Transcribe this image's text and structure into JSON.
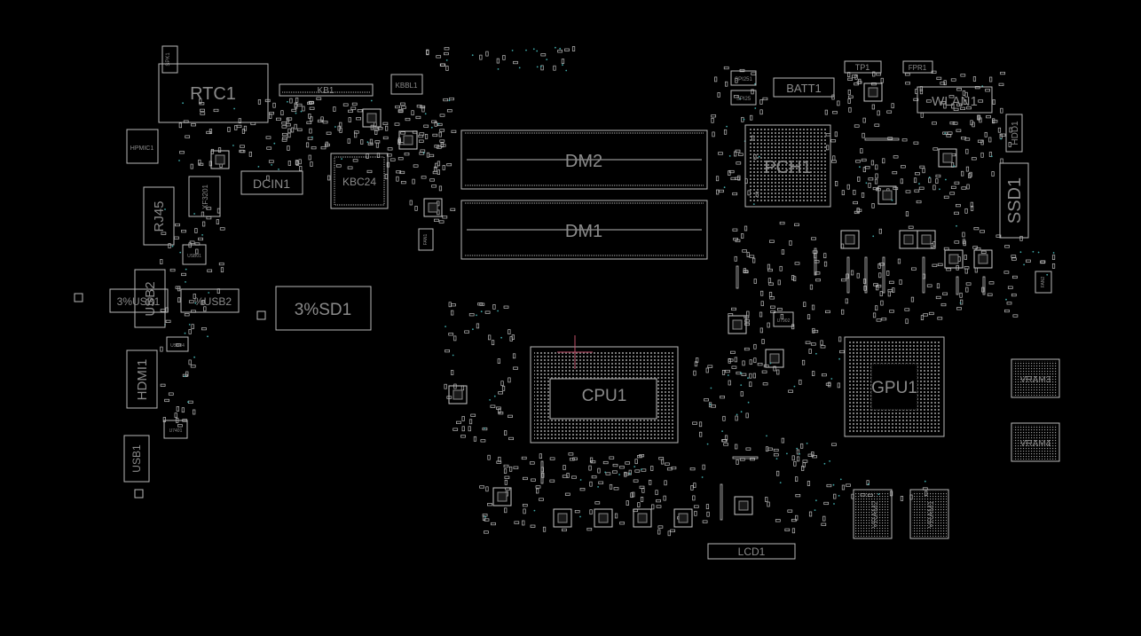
{
  "colors": {
    "background": "#000000",
    "outline": "#b8b8b8",
    "label": "#8a8a8a",
    "via": "#3fa7a7",
    "cursor": "#c0506a"
  },
  "components": {
    "spk1": "SPK1",
    "rtc1": "RTC1",
    "kb1": "KB1",
    "kbbl1": "KBBL1",
    "hpmic1": "HPMIC1",
    "dcin1": "DCIN1",
    "kbc24": "KBC24",
    "xf3201": "XF3201",
    "rj45": "RJ45",
    "usb01": "USB01",
    "usb2_vertical": "USB2",
    "usb3_left": "3%USB1",
    "usb2_row": "%USB2",
    "sd1": "3%SD1",
    "hdmi1": "HDMI1",
    "usb04": "USB04",
    "u7401": "U7401",
    "usb1": "USB1",
    "dm2": "DM2",
    "dm1": "DM1",
    "fan1": "FAN1",
    "cpu1": "CPU1",
    "spi251": "SPI251",
    "spi25": "SPI25",
    "batt1": "BATT1",
    "tp1": "TP1",
    "fpr1": "FPR1",
    "wlan1": "WLAN1",
    "hdd1": "HDD1",
    "pch1": "PCH1",
    "ssd1": "SSD1",
    "fan2": "FAN2",
    "u7902": "U7902",
    "gpu1": "GPU1",
    "vram3": "VRAM3",
    "vram4": "VRAM4",
    "vram2": "VRAM2",
    "vram1": "VRAM1",
    "lcd1": "LCD1"
  }
}
